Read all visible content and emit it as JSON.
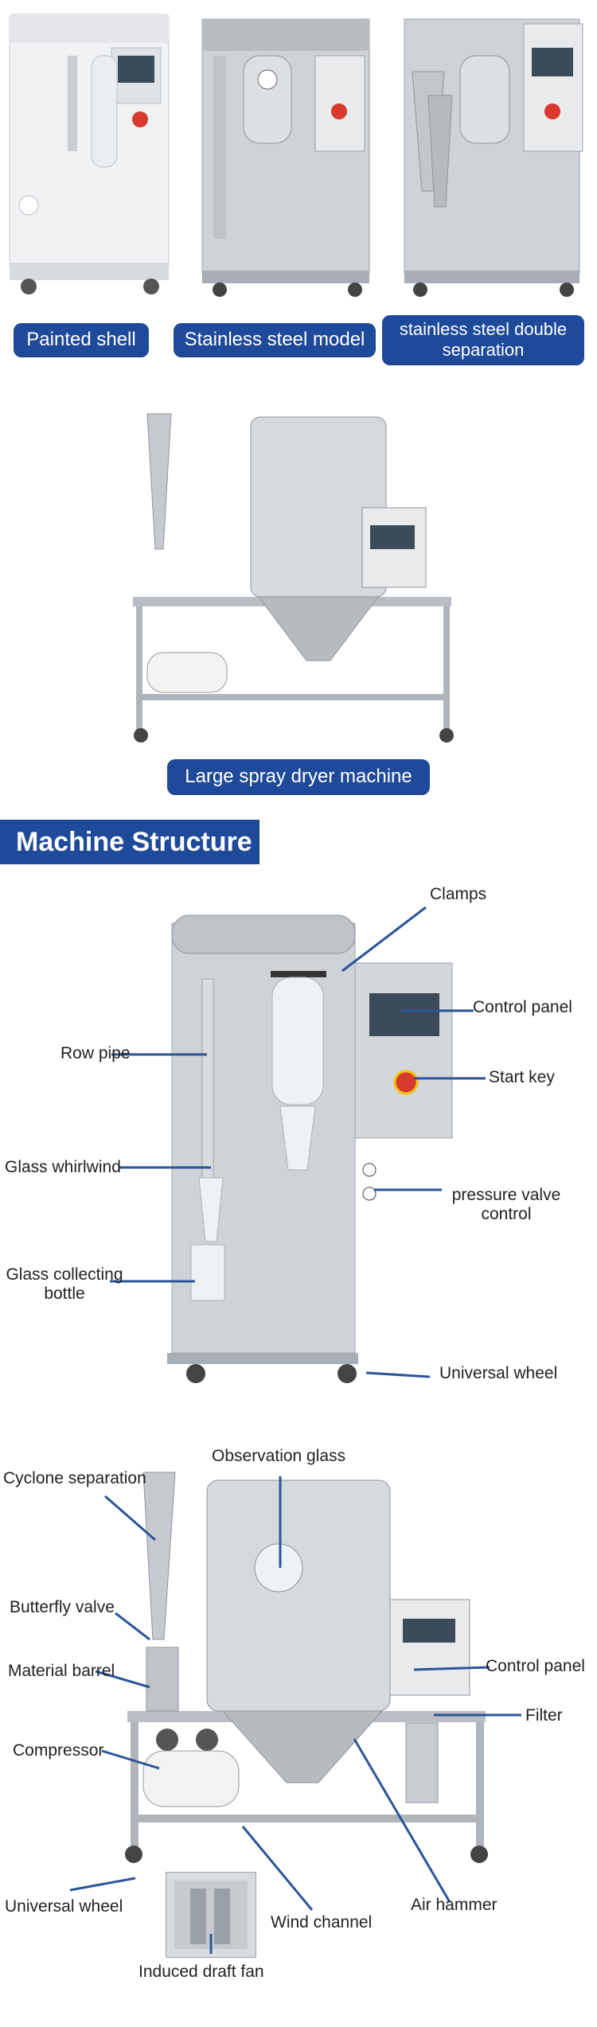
{
  "models": [
    {
      "label": "Painted shell",
      "icon": "painted-shell-dryer-icon"
    },
    {
      "label": "Stainless steel model",
      "icon": "stainless-steel-dryer-icon"
    },
    {
      "label": "stainless steel double separation",
      "icon": "double-separation-dryer-icon"
    }
  ],
  "large_machine": {
    "label": "Large spray dryer machine",
    "icon": "large-spray-dryer-icon"
  },
  "structure": {
    "title": "Machine Structure",
    "small_labels": {
      "clamps": "Clamps",
      "control_panel": "Control panel",
      "row_pipe": "Row pipe",
      "start_key": "Start key",
      "glass_whirlwind": "Glass whirlwind",
      "pressure_valve": "pressure valve control",
      "glass_bottle": "Glass collecting bottle",
      "universal_wheel": "Universal wheel"
    },
    "large_labels": {
      "observation_glass": "Observation glass",
      "cyclone_separation": "Cyclone separation",
      "butterfly_valve": "Butterfly valve",
      "control_panel": "Control panel",
      "material_barrel": "Material barrel",
      "filter": "Filter",
      "compressor": "Compressor",
      "universal_wheel": "Universal wheel",
      "air_hammer": "Air hammer",
      "wind_channel": "Wind channel",
      "induced_draft_fan": "Induced draft fan"
    }
  },
  "colors": {
    "brand_blue": "#1f4a9a",
    "leader_line": "#2a5599",
    "steel": "#c9ccd0",
    "white_panel": "#f3f4f6"
  }
}
